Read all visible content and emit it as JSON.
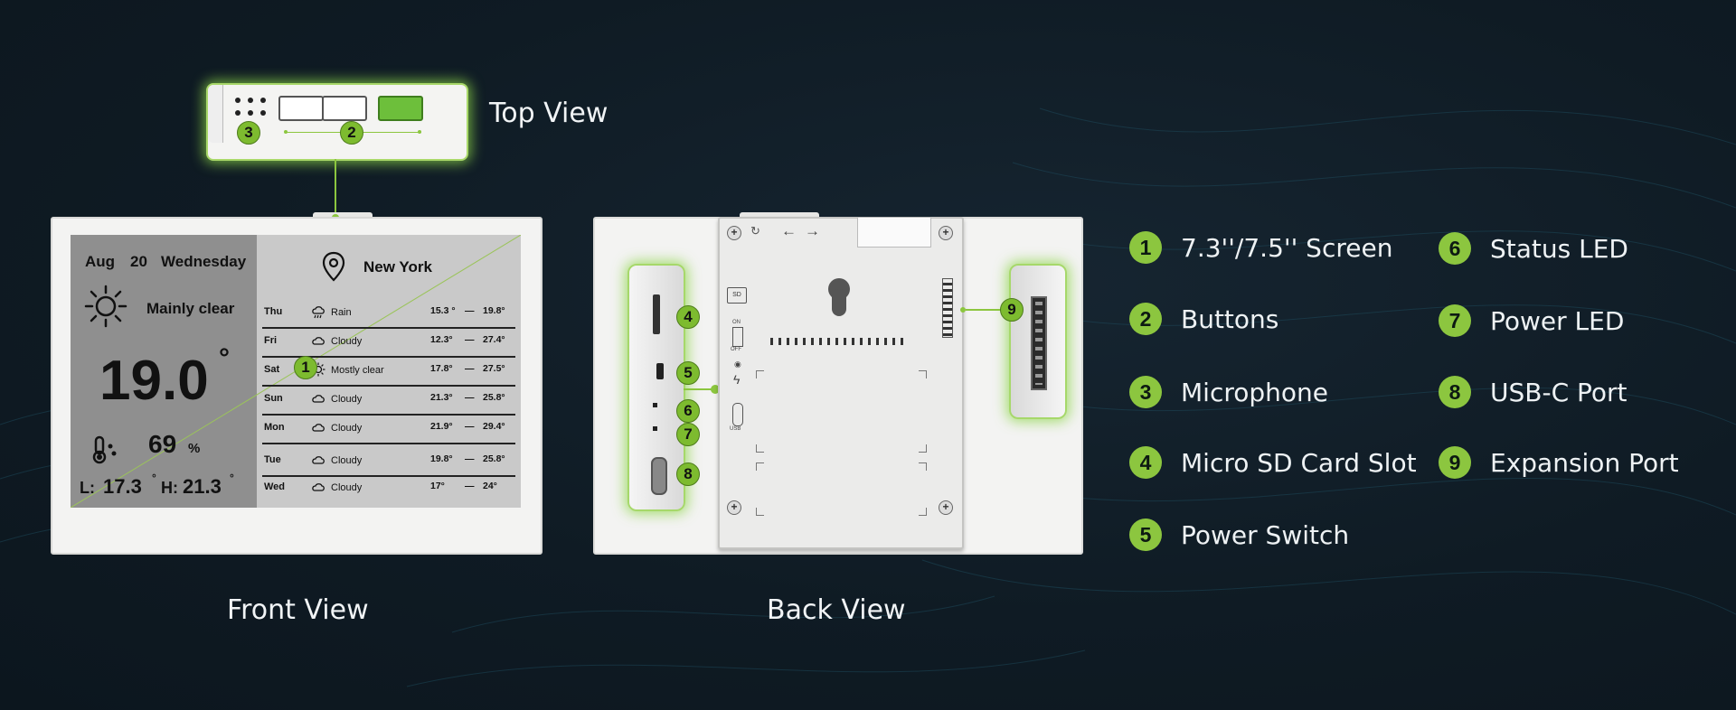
{
  "views": {
    "top": "Top View",
    "front": "Front View",
    "back": "Back View"
  },
  "screen": {
    "month": "Aug",
    "day_num": "20",
    "weekday": "Wednesday",
    "location": "New York",
    "current_condition": "Mainly clear",
    "temperature": "19.0",
    "degree": "°",
    "humidity": "69",
    "humidity_unit": "%",
    "low_label": "L:",
    "low_value": "17.3",
    "high_label": "H:",
    "high_value": "21.3",
    "forecast": [
      {
        "day": "Thu",
        "icon": "rain-icon",
        "condition": "Rain",
        "low": "15.3 °",
        "high": "19.8°"
      },
      {
        "day": "Fri",
        "icon": "cloud-icon",
        "condition": "Cloudy",
        "low": "12.3°",
        "high": "27.4°"
      },
      {
        "day": "Sat",
        "icon": "sun-icon",
        "condition": "Mostly clear",
        "low": "17.8°",
        "high": "27.5°"
      },
      {
        "day": "Sun",
        "icon": "cloud-icon",
        "condition": "Cloudy",
        "low": "21.3°",
        "high": "25.8°"
      },
      {
        "day": "Mon",
        "icon": "cloud-icon",
        "condition": "Cloudy",
        "low": "21.9°",
        "high": "29.4°"
      },
      {
        "day": "Tue",
        "icon": "cloud-icon",
        "condition": "Cloudy",
        "low": "19.8°",
        "high": "25.8°"
      },
      {
        "day": "Wed",
        "icon": "cloud-icon",
        "condition": "Cloudy",
        "low": "17°",
        "high": "24°"
      }
    ],
    "dash": "—"
  },
  "back_labels": {
    "sd": "SD",
    "on": "ON",
    "off": "OFF",
    "usb": "USB"
  },
  "callouts": [
    "1",
    "2",
    "3",
    "4",
    "5",
    "6",
    "7",
    "8",
    "9"
  ],
  "legend": [
    {
      "num": "1",
      "label": "7.3''/7.5'' Screen"
    },
    {
      "num": "2",
      "label": "Buttons"
    },
    {
      "num": "3",
      "label": "Microphone"
    },
    {
      "num": "4",
      "label": "Micro SD Card Slot"
    },
    {
      "num": "5",
      "label": "Power Switch"
    },
    {
      "num": "6",
      "label": "Status LED"
    },
    {
      "num": "7",
      "label": "Power LED"
    },
    {
      "num": "8",
      "label": "USB-C Port"
    },
    {
      "num": "9",
      "label": "Expansion Port"
    }
  ],
  "colors": {
    "background": "#0f1b24",
    "accent": "#8cc63f",
    "text": "#eef2f4"
  }
}
